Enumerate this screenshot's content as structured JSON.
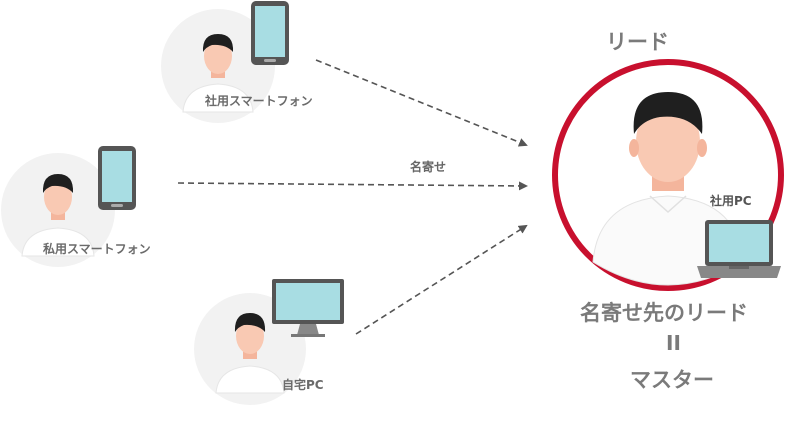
{
  "labels": {
    "lead_title": "リード",
    "company_smartphone": "社用スマートフォン",
    "private_smartphone": "私用スマートフォン",
    "home_pc": "自宅PC",
    "company_pc": "社用PC",
    "merge": "名寄せ",
    "merged_lead": "名寄せ先のリード",
    "equals": "II",
    "master": "マスター"
  },
  "colors": {
    "lead_ring": "#c8102e",
    "person_hair": "#1f1f1f",
    "person_skin": "#f9c9b3",
    "avatar_bg": "#f2f2f2",
    "device_screen": "#a8dde3",
    "device_body": "#555555",
    "arrow": "#555555"
  }
}
